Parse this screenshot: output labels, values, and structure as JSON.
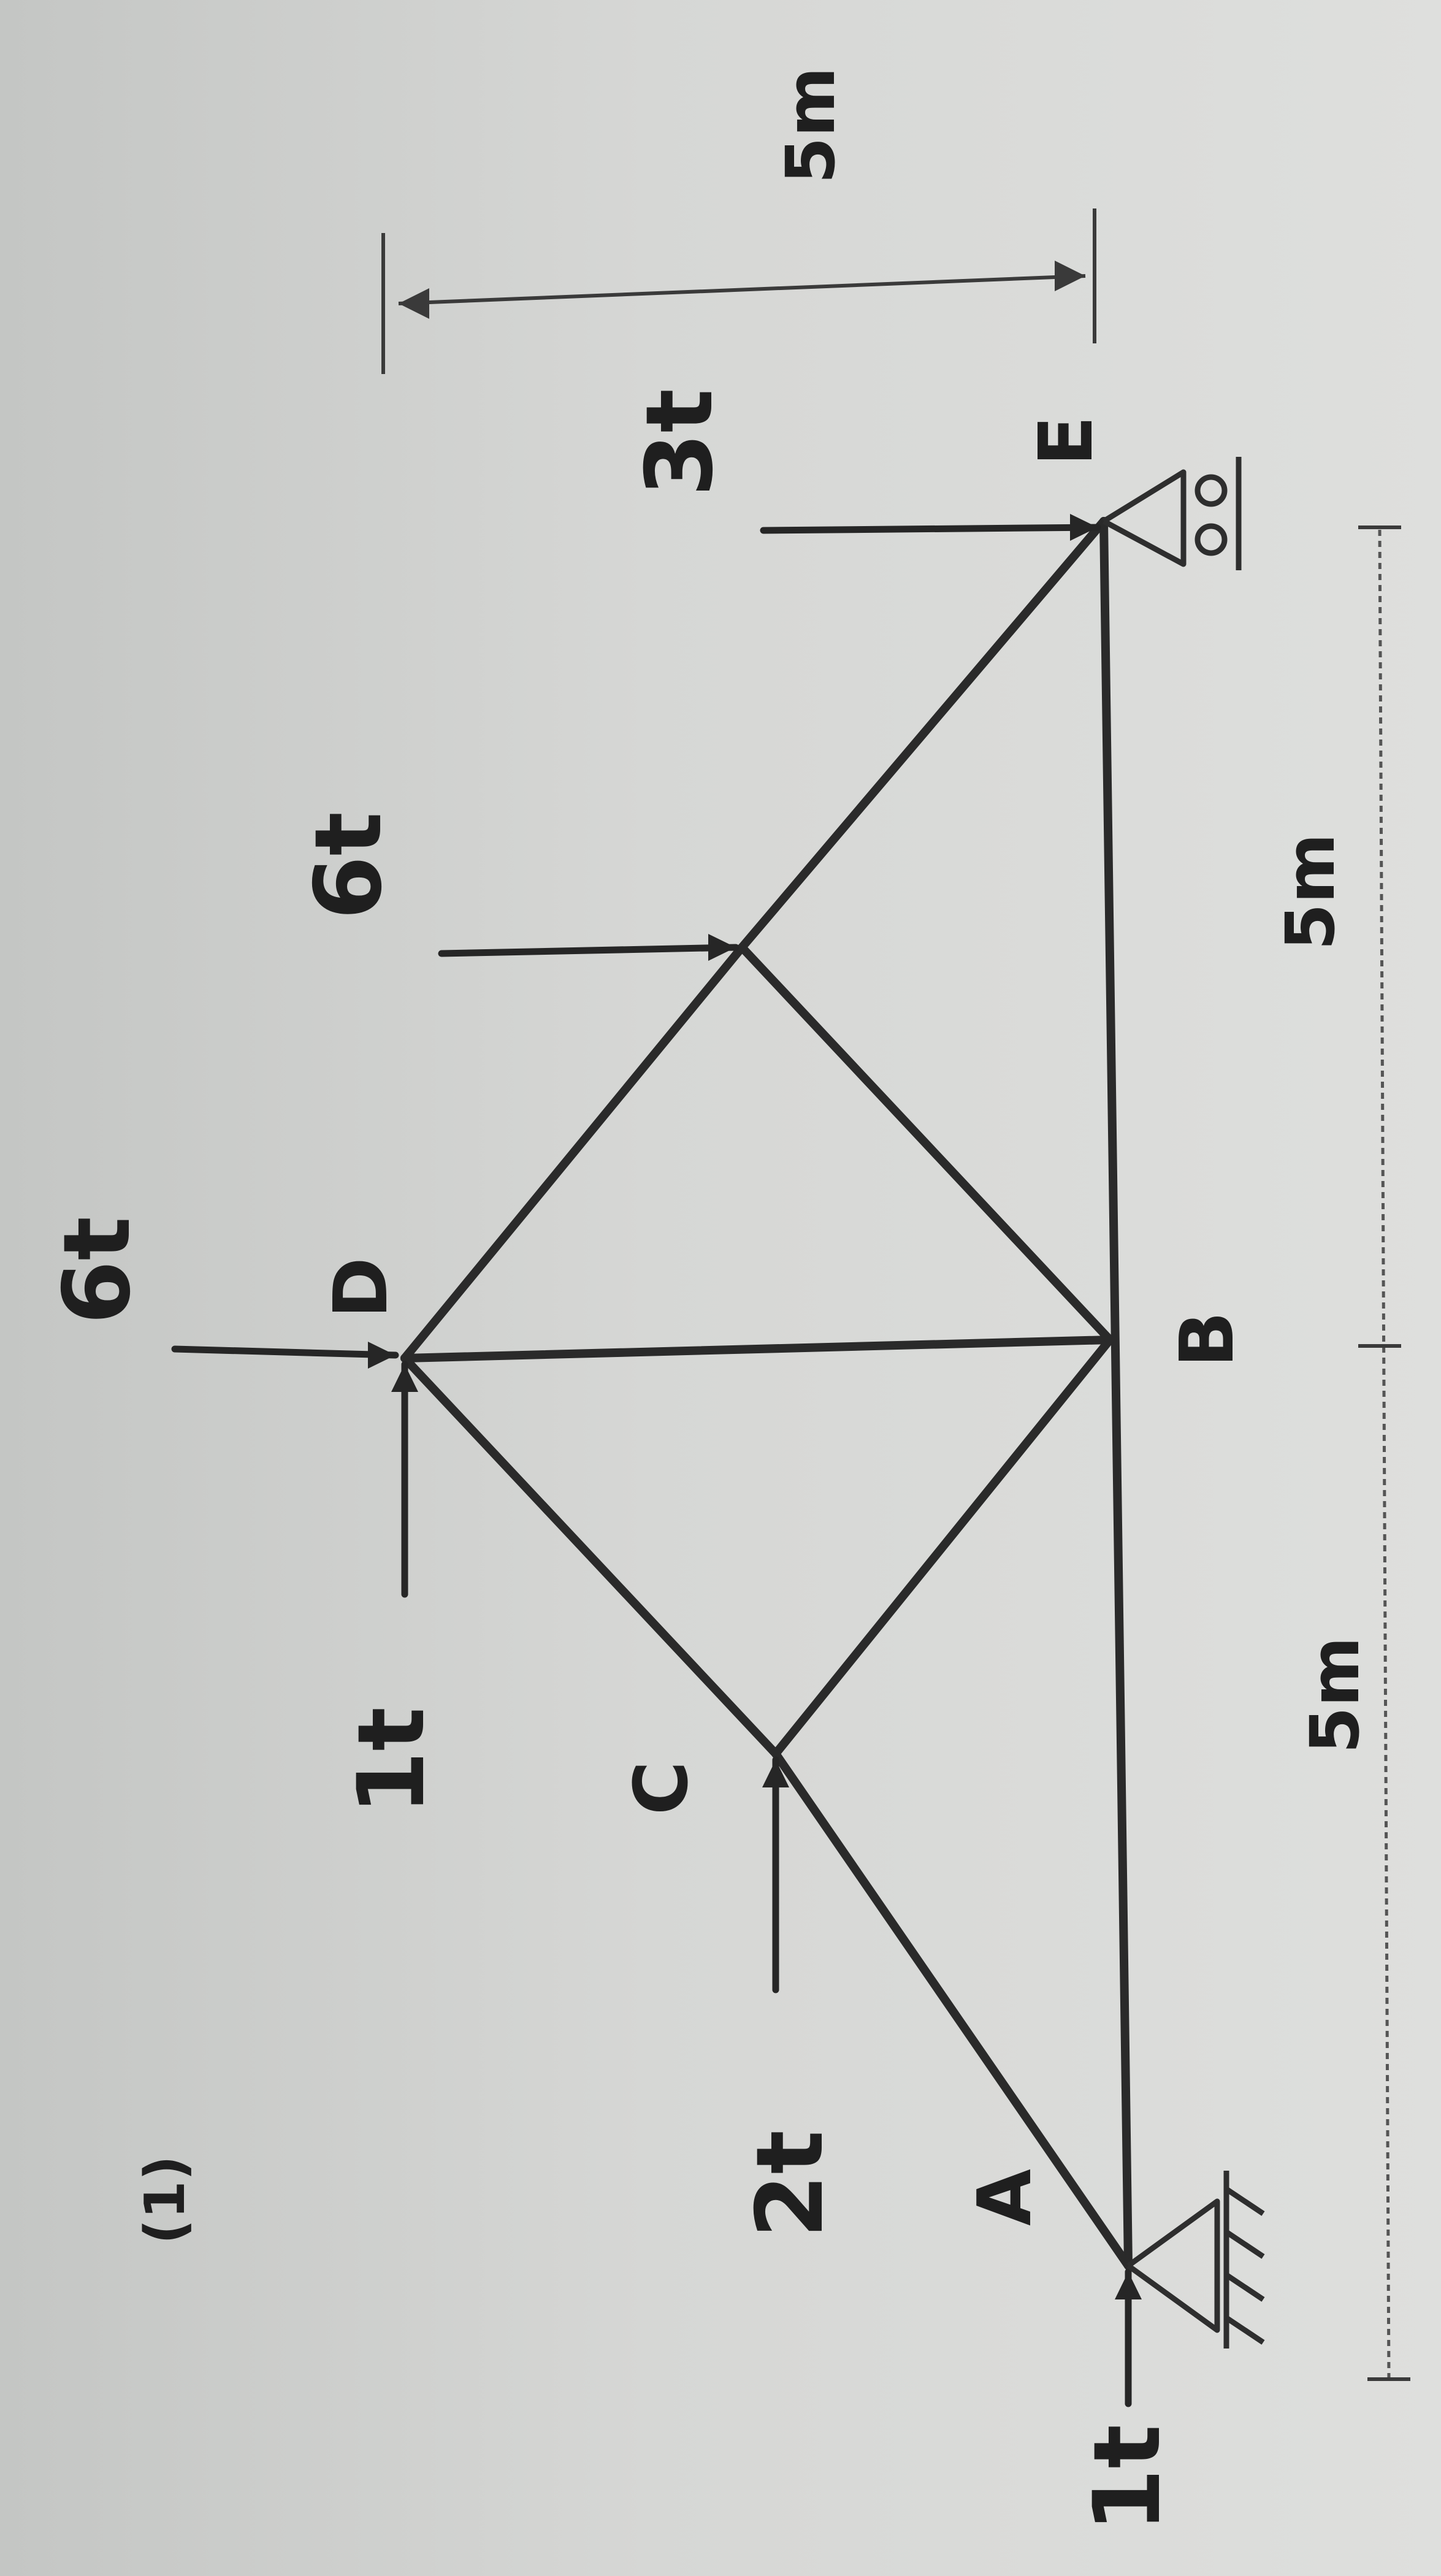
{
  "figure": {
    "tag": "(1)"
  },
  "nodes": {
    "A": "A",
    "B": "B",
    "C": "C",
    "D": "D",
    "E": "E"
  },
  "loads": [
    {
      "id": "load-1t-horizontal-a",
      "node": "A",
      "direction": "horizontal",
      "label": "1t"
    },
    {
      "id": "load-2t-horizontal-c",
      "node": "C",
      "direction": "horizontal",
      "label": "2t"
    },
    {
      "id": "load-1t-horizontal-d",
      "node": "D",
      "direction": "horizontal",
      "label": "1t"
    },
    {
      "id": "load-6t-vertical-d",
      "node": "D",
      "direction": "vertical",
      "label": "6t"
    },
    {
      "id": "load-6t-vertical-mid",
      "node": "DE-mid",
      "direction": "vertical",
      "label": "6t"
    },
    {
      "id": "load-3t-vertical-e",
      "node": "E",
      "direction": "vertical",
      "label": "3t"
    }
  ],
  "dimensions": {
    "span_left": "5m",
    "span_right": "5m",
    "height": "5m"
  },
  "colors": {
    "paper": "#d6d7d5",
    "ink": "#2a2a2a"
  }
}
